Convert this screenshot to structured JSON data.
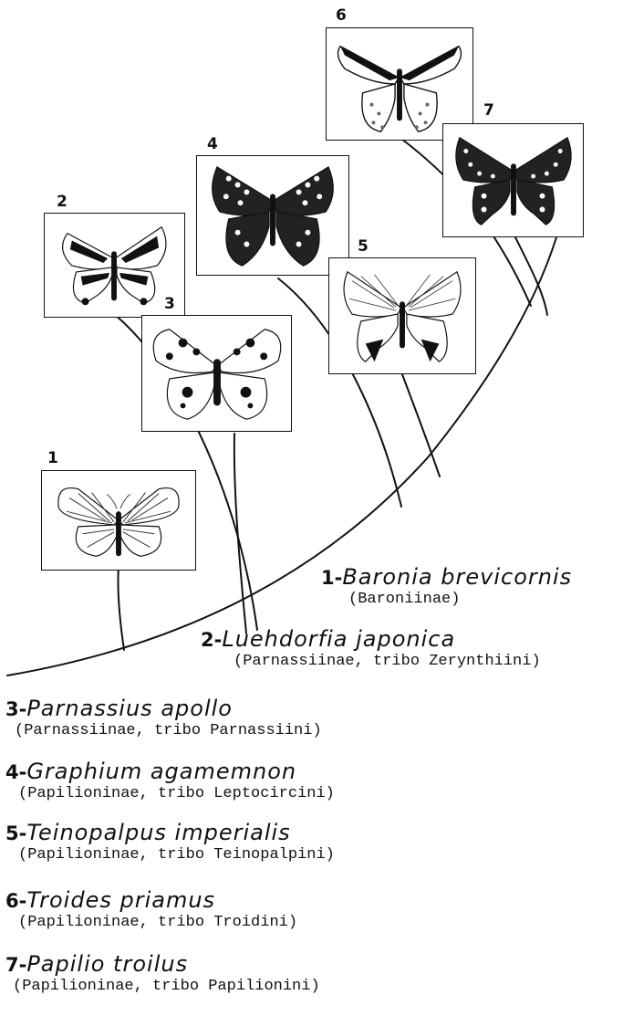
{
  "specimens": [
    {
      "number": "1",
      "icon": "butterfly-baronia-icon"
    },
    {
      "number": "2",
      "icon": "butterfly-luehdorfia-icon"
    },
    {
      "number": "3",
      "icon": "butterfly-parnassius-icon"
    },
    {
      "number": "4",
      "icon": "butterfly-graphium-icon"
    },
    {
      "number": "5",
      "icon": "butterfly-teinopalpus-icon"
    },
    {
      "number": "6",
      "icon": "butterfly-troides-icon"
    },
    {
      "number": "7",
      "icon": "butterfly-papilio-icon"
    }
  ],
  "legend": [
    {
      "prefix": "1-",
      "species": "Baronia brevicornis",
      "group": "(Baroniinae)"
    },
    {
      "prefix": "2-",
      "species": "Luehdorfia japonica",
      "group": "(Parnassiinae, tribo Zerynthiini)"
    },
    {
      "prefix": "3-",
      "species": "Parnassius apollo",
      "group": "(Parnassiinae, tribo Parnassiini)"
    },
    {
      "prefix": "4-",
      "species": "Graphium agamemnon",
      "group": "(Papilioninae, tribo Leptocircini)"
    },
    {
      "prefix": "5-",
      "species": "Teinopalpus imperialis",
      "group": "(Papilioninae, tribo Teinopalpini)"
    },
    {
      "prefix": "6-",
      "species": "Troides priamus",
      "group": "(Papilioninae, tribo Troidini)"
    },
    {
      "prefix": "7-",
      "species": "Papilio troilus",
      "group": "(Papilioninae, tribo Papilionini)"
    }
  ]
}
